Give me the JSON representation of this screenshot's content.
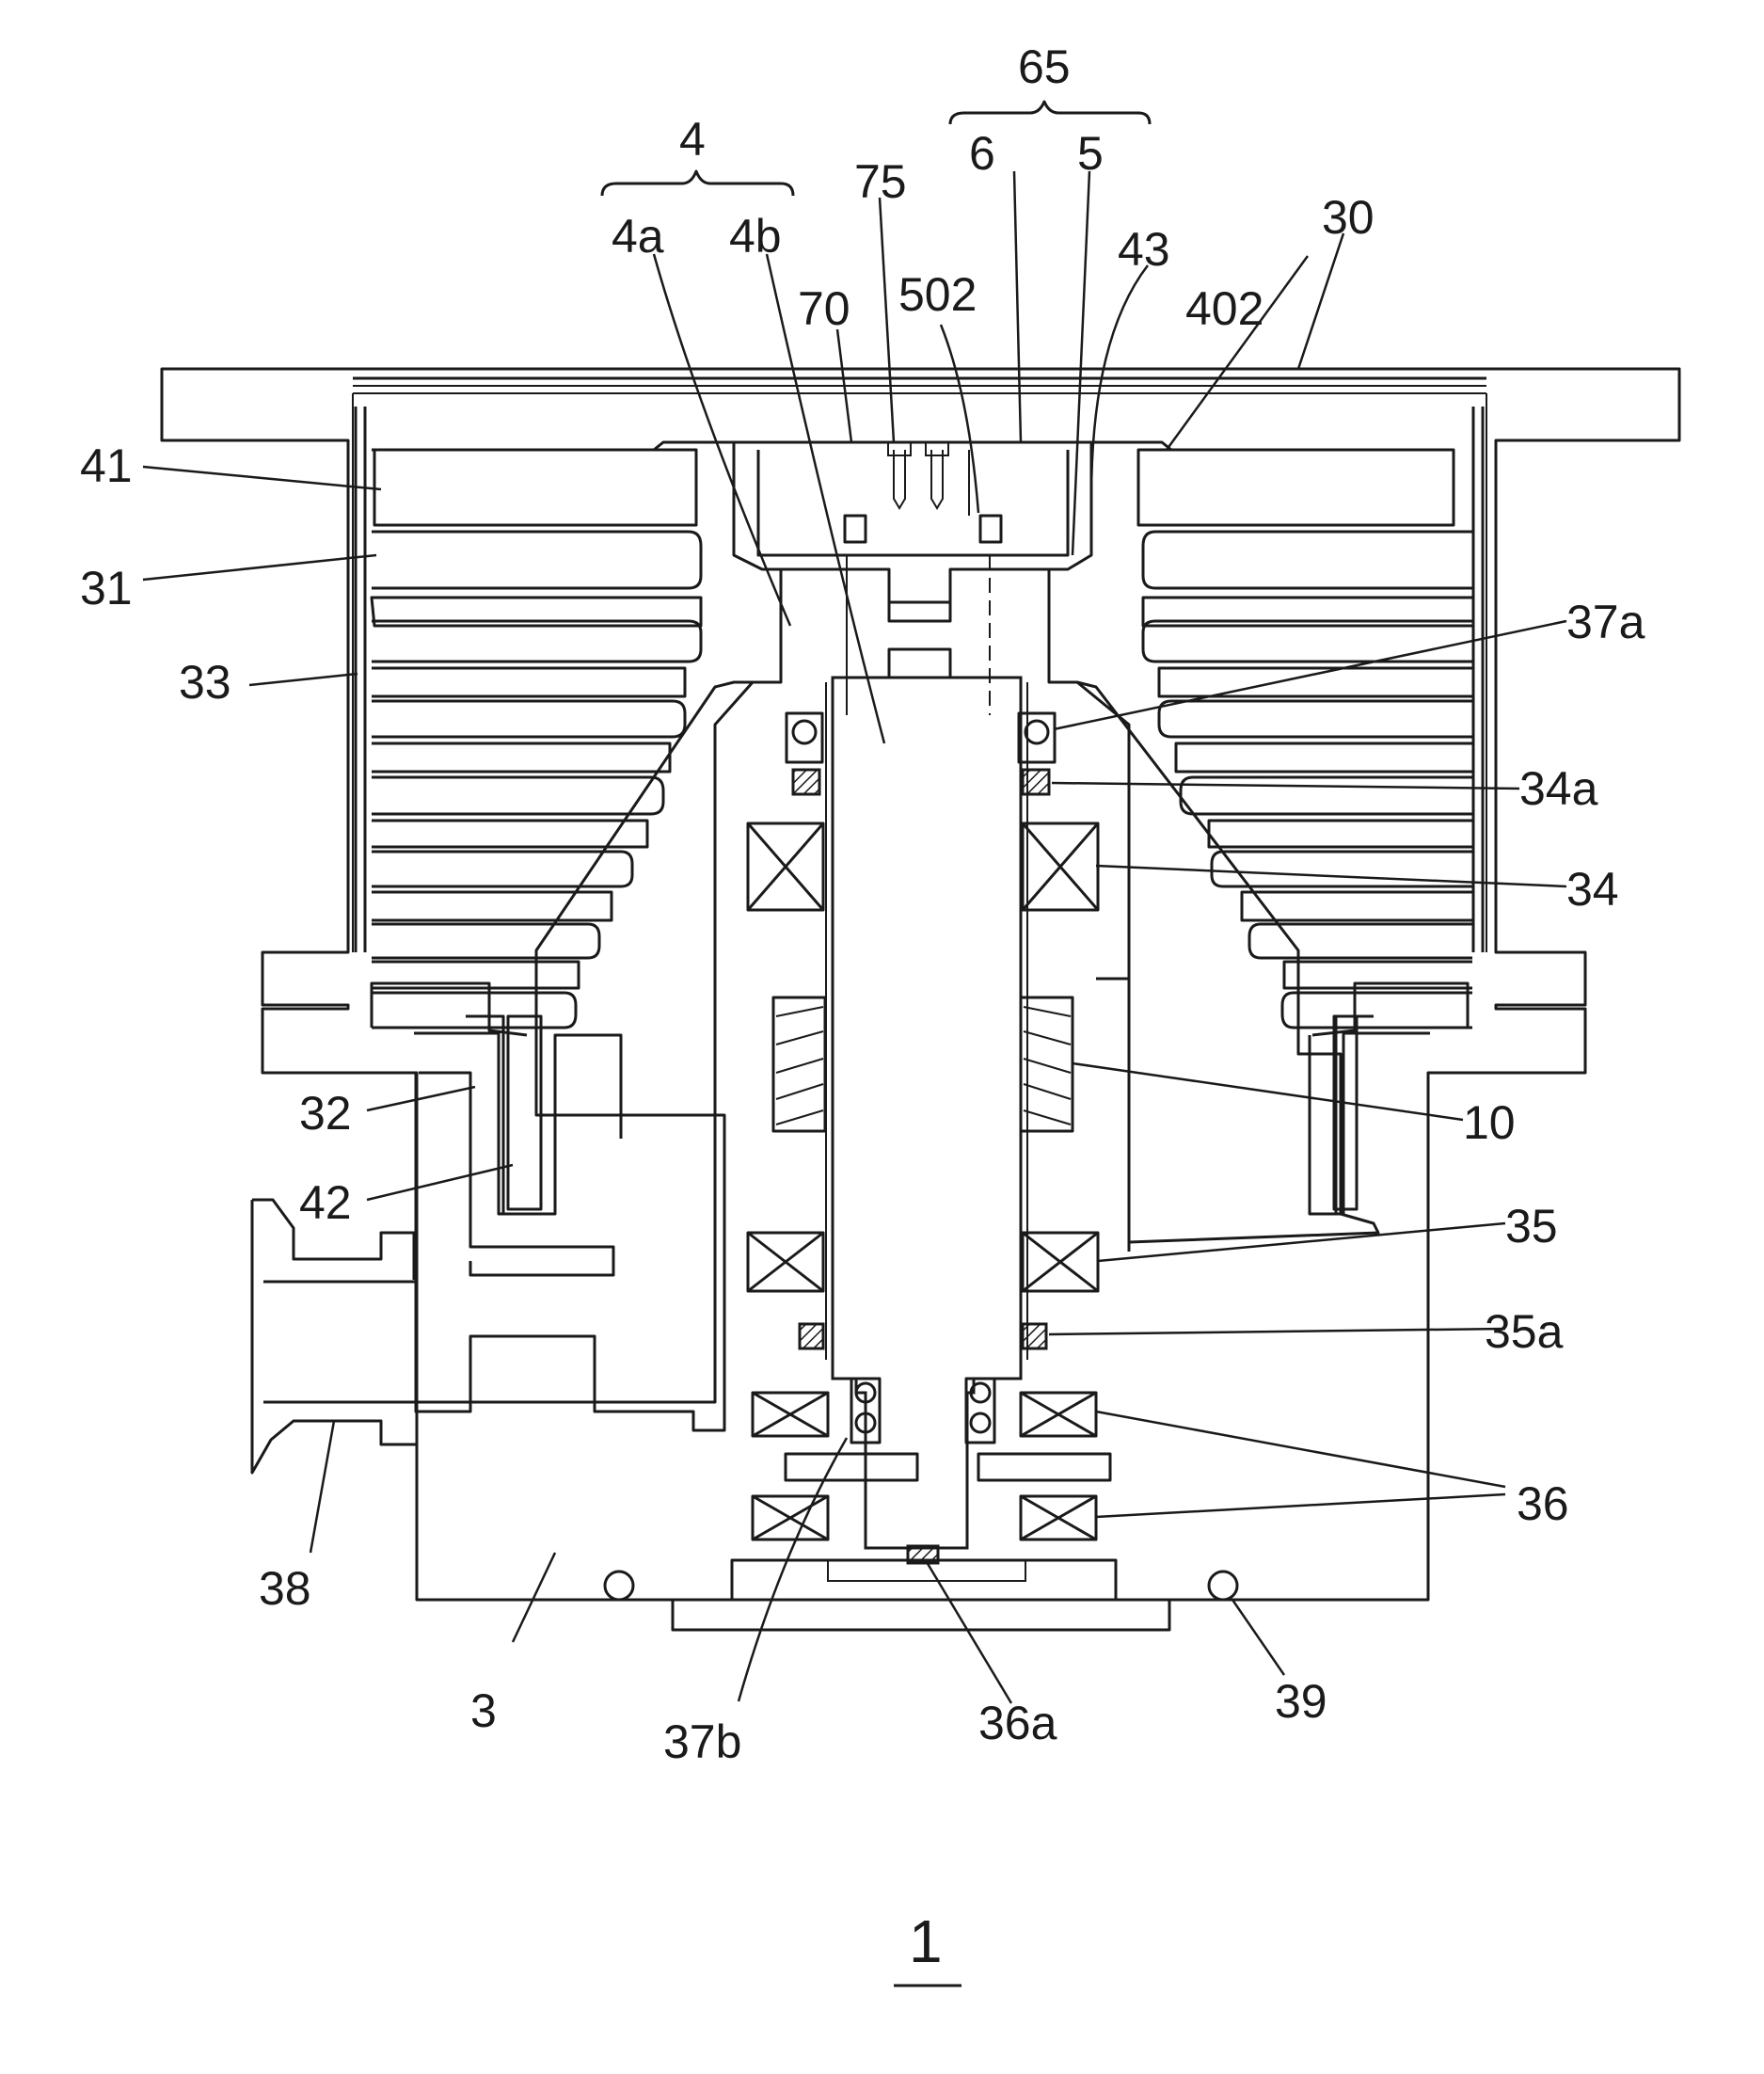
{
  "figure": {
    "number": "1",
    "labels": {
      "l4": "4",
      "l65": "65",
      "l4a": "4a",
      "l4b": "4b",
      "l75": "75",
      "l6": "6",
      "l5": "5",
      "l43": "43",
      "l30": "30",
      "l70": "70",
      "l502": "502",
      "l402": "402",
      "l41": "41",
      "l31": "31",
      "l33": "33",
      "l37a": "37a",
      "l34a": "34a",
      "l34": "34",
      "l32": "32",
      "l10": "10",
      "l42": "42",
      "l35": "35",
      "l35a": "35a",
      "l36": "36",
      "l38": "38",
      "l3": "3",
      "l37b": "37b",
      "l36a": "36a",
      "l39": "39"
    }
  }
}
